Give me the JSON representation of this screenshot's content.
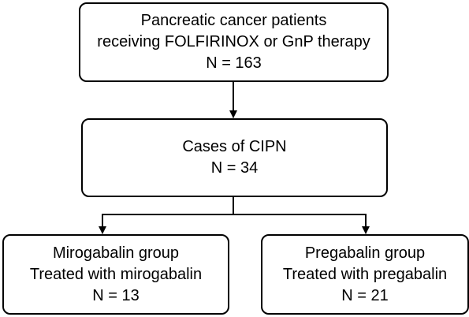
{
  "flowchart": {
    "top": {
      "line1": "Pancreatic cancer patients",
      "line2": "receiving FOLFIRINOX or GnP therapy",
      "line3": "N = 163"
    },
    "middle": {
      "line1": "Cases of CIPN",
      "line2": "N = 34"
    },
    "left": {
      "line1": "Mirogabalin group",
      "line2": "Treated with mirogabalin",
      "line3": "N = 13"
    },
    "right": {
      "line1": "Pregabalin group",
      "line2": "Treated with pregabalin",
      "line3": "N = 21"
    }
  },
  "colors": {
    "stroke": "#000000",
    "background": "#ffffff"
  }
}
